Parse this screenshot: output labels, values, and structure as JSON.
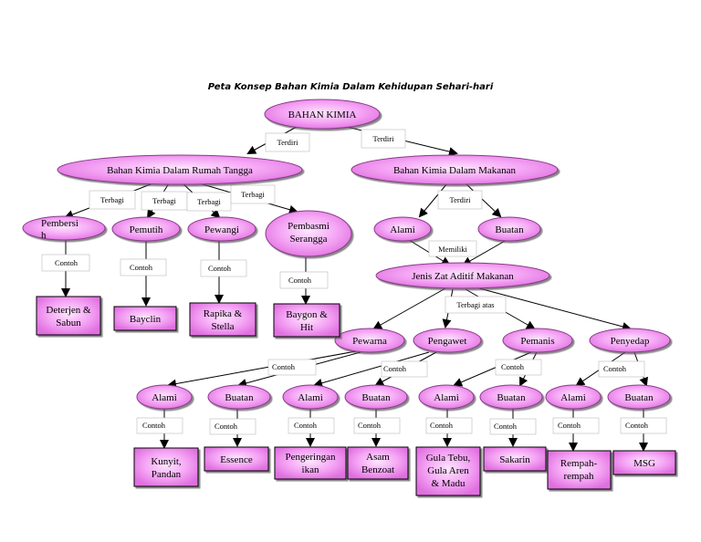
{
  "title": "Peta Konsep Bahan Kimia Dalam Kehidupan Sehari-hari",
  "colors": {
    "ellipse_fill": "#ee88ee",
    "ellipse_fill_light": "#fbd6fb",
    "stroke": "#7a2a7a",
    "line": "#000000"
  },
  "nodes": {
    "bahan_kimia": "BAHAN KIMIA",
    "rumah_tangga": "Bahan Kimia Dalam Rumah Tangga",
    "makanan": "Bahan Kimia Dalam Makanan",
    "pembersih_1": "Pembersi",
    "pembersih_2": "h",
    "pemutih": "Pemutih",
    "pewangi": "Pewangi",
    "pembasmi_1": "Pembasmi",
    "pembasmi_2": "Serangga",
    "alami": "Alami",
    "buatan": "Buatan",
    "jenis_zat": "Jenis Zat Aditif Makanan",
    "pewarna": "Pewarna",
    "pengawet": "Pengawet",
    "pemanis": "Pemanis",
    "penyedap": "Penyedap",
    "pewarna_alami": "Alami",
    "pewarna_buatan": "Buatan",
    "pengawet_alami": "Alami",
    "pengawet_buatan": "Buatan",
    "pemanis_alami": "Alami",
    "pemanis_buatan": "Buatan",
    "penyedap_alami": "Alami",
    "penyedap_buatan": "Buatan"
  },
  "leaves": {
    "deterjen_1": "Deterjen &",
    "deterjen_2": "Sabun",
    "bayclin": "Bayclin",
    "rapika_1": "Rapika &",
    "rapika_2": "Stella",
    "baygon_1": "Baygon &",
    "baygon_2": "Hit",
    "kunyit_1": "Kunyit,",
    "kunyit_2": "Pandan",
    "essence": "Essence",
    "pengeringan_1": "Pengeringan",
    "pengeringan_2": "ikan",
    "asam_1": "Asam",
    "asam_2": "Benzoat",
    "gula_1": "Gula Tebu,",
    "gula_2": "Gula Aren",
    "gula_3": "& Madu",
    "sakarin": "Sakarin",
    "rempah_1": "Rempah-",
    "rempah_2": "rempah",
    "msg": "MSG"
  },
  "edge_labels": {
    "terdiri_1": "Terdiri",
    "terdiri_2": "Terdiri",
    "terbagi_1": "Terbagi",
    "terbagi_2": "Terbagi",
    "terbagi_3": "Terbagi",
    "terbagi_4": "Terbagi",
    "terdiri_3": "Terdiri",
    "memiliki": "Memiliki",
    "terbagi_atas": "Terbagi atas",
    "contoh": "Contoh"
  }
}
